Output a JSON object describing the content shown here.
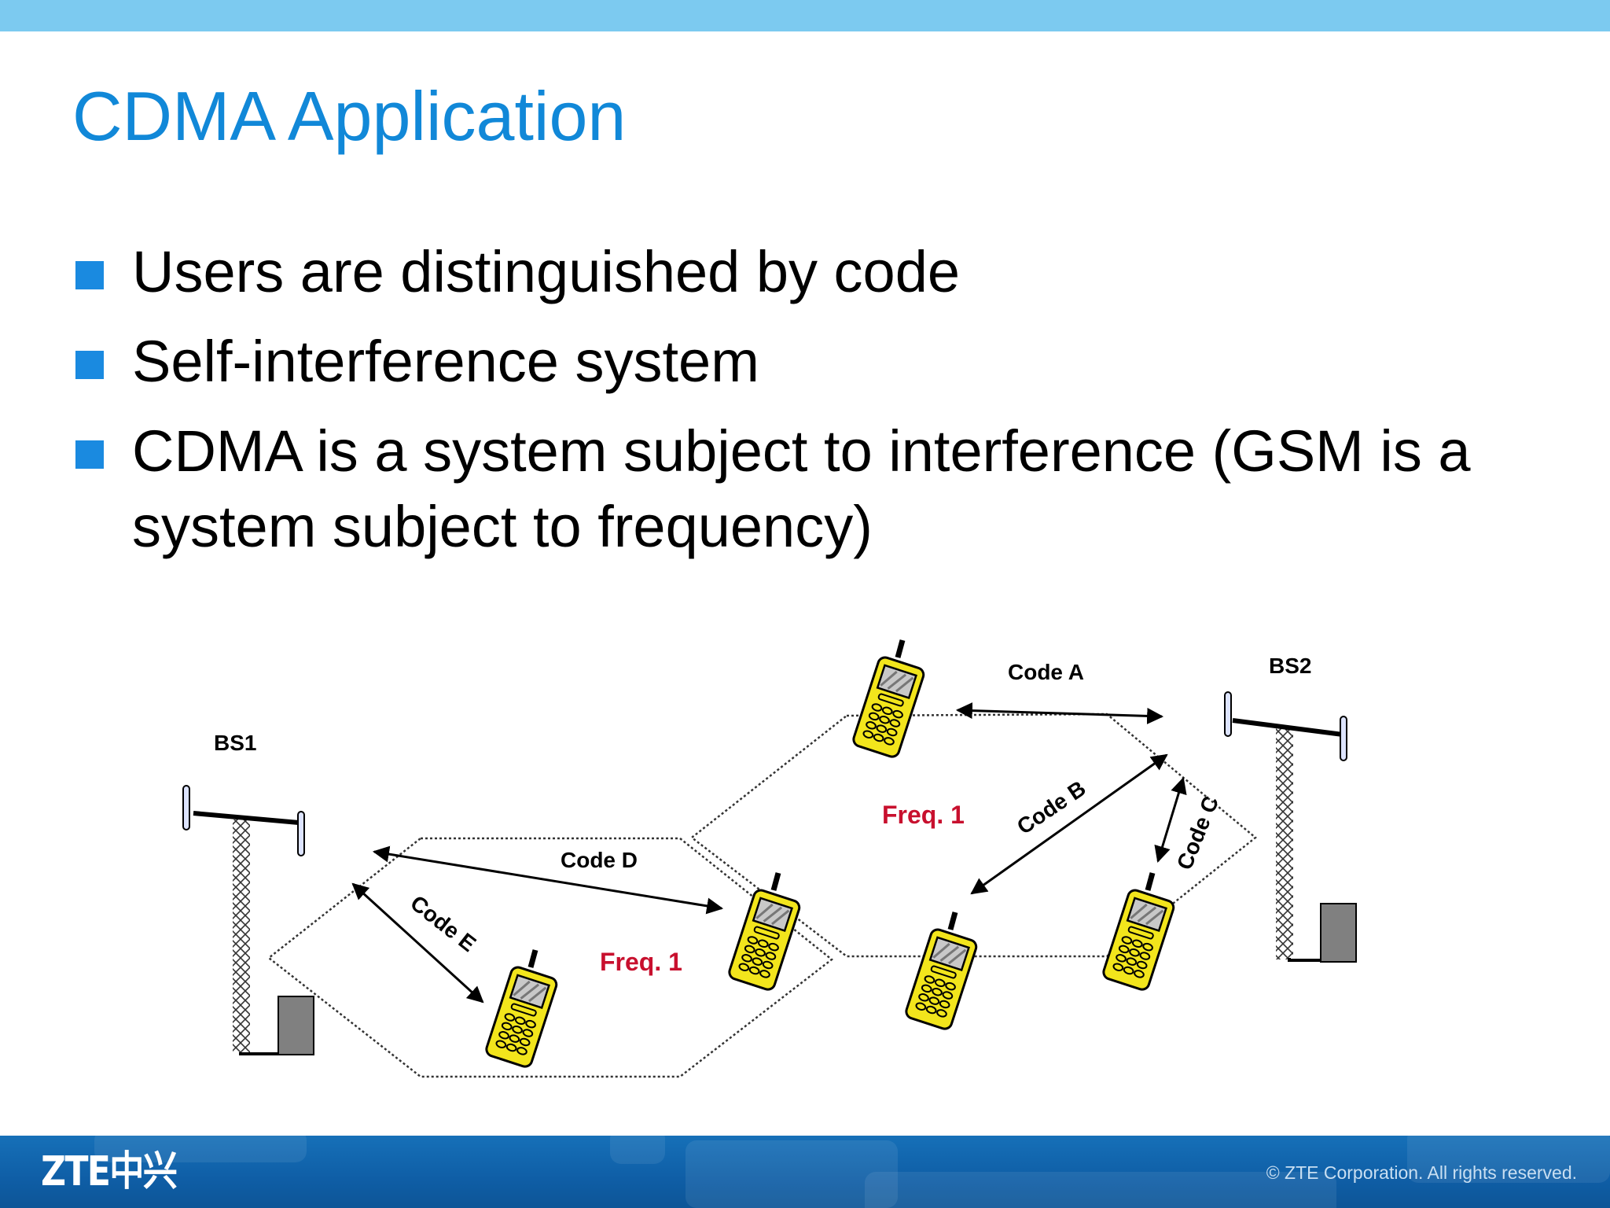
{
  "title": "CDMA Application",
  "bullets": [
    "Users are distinguished by code",
    "Self-interference system",
    "CDMA is a system subject to interference (GSM is a system subject to frequency)"
  ],
  "diagram": {
    "base_stations": [
      "BS1",
      "BS2"
    ],
    "codes": [
      "Code A",
      "Code B",
      "Code C",
      "Code D",
      "Code E"
    ],
    "frequency_labels": [
      "Freq. 1",
      "Freq. 1"
    ]
  },
  "footer": {
    "logo": "ZTE中兴",
    "copyright": "© ZTE Corporation. All rights reserved."
  },
  "colors": {
    "title": "#1188d8",
    "bullet_marker": "#1a8ae0",
    "top_band": "#7ccaf0",
    "footer": "#1670b8",
    "freq_label": "#c8102e",
    "phone_body": "#f2e51c"
  }
}
